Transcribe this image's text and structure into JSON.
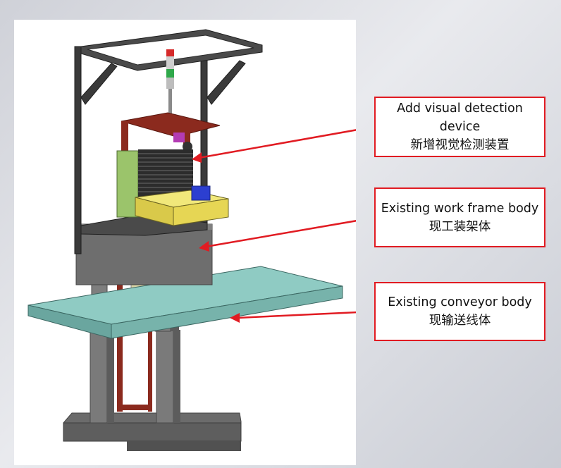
{
  "callouts": [
    {
      "en": "Add visual detection device",
      "zh": "新增视觉检测装置"
    },
    {
      "en": "Existing work frame body",
      "zh": "现工装架体"
    },
    {
      "en": "Existing conveyor body",
      "zh": "现输送线体"
    }
  ],
  "colors": {
    "callout_border": "#e11b22",
    "arrow": "#e11b22",
    "frame_profile": "#3a3a3a",
    "base": "#6d6d6d",
    "conveyor": "#7cb9b1",
    "panel": "#9bc46b",
    "tray": "#e9dc5a",
    "bracket": "#8b2a1e"
  }
}
